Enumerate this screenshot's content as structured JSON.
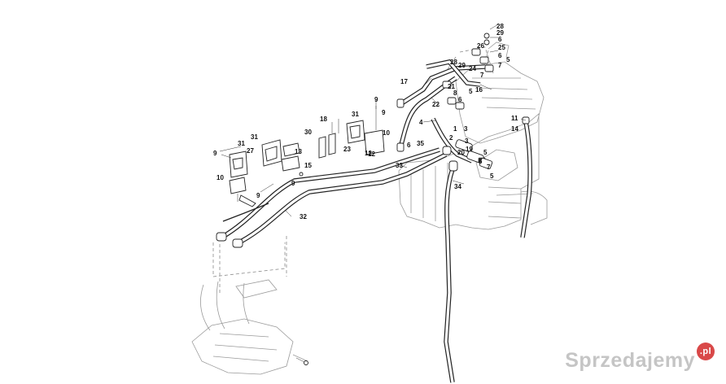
{
  "callouts": [
    {
      "id": "c28a",
      "label": "28"
    },
    {
      "id": "c29a",
      "label": "29"
    },
    {
      "id": "c6a",
      "label": "6"
    },
    {
      "id": "c26",
      "label": "26"
    },
    {
      "id": "c25",
      "label": "25"
    },
    {
      "id": "c6b",
      "label": "6"
    },
    {
      "id": "c5a",
      "label": "5"
    },
    {
      "id": "c28b",
      "label": "28"
    },
    {
      "id": "c29b",
      "label": "29"
    },
    {
      "id": "c24",
      "label": "24"
    },
    {
      "id": "c7a",
      "label": "7"
    },
    {
      "id": "c7b",
      "label": "7"
    },
    {
      "id": "c17",
      "label": "17"
    },
    {
      "id": "c21",
      "label": "21"
    },
    {
      "id": "c16",
      "label": "16"
    },
    {
      "id": "c8",
      "label": "8"
    },
    {
      "id": "c5b",
      "label": "5"
    },
    {
      "id": "c22",
      "label": "22"
    },
    {
      "id": "c6c",
      "label": "6"
    },
    {
      "id": "c9a",
      "label": "9"
    },
    {
      "id": "c31a",
      "label": "31"
    },
    {
      "id": "c18",
      "label": "18"
    },
    {
      "id": "c9b",
      "label": "9"
    },
    {
      "id": "c4",
      "label": "4"
    },
    {
      "id": "c11",
      "label": "11"
    },
    {
      "id": "c14",
      "label": "14"
    },
    {
      "id": "c10a",
      "label": "10"
    },
    {
      "id": "c30",
      "label": "30"
    },
    {
      "id": "c1",
      "label": "1"
    },
    {
      "id": "c3a",
      "label": "3"
    },
    {
      "id": "c2",
      "label": "2"
    },
    {
      "id": "c3b",
      "label": "3"
    },
    {
      "id": "c31b",
      "label": "31"
    },
    {
      "id": "c12a",
      "label": "12"
    },
    {
      "id": "c35",
      "label": "35"
    },
    {
      "id": "c6d",
      "label": "6"
    },
    {
      "id": "c20",
      "label": "20"
    },
    {
      "id": "c19",
      "label": "19"
    },
    {
      "id": "c5c",
      "label": "5"
    },
    {
      "id": "c31c",
      "label": "31"
    },
    {
      "id": "c13",
      "label": "13"
    },
    {
      "id": "c23",
      "label": "23"
    },
    {
      "id": "c12b",
      "label": "12"
    },
    {
      "id": "c9c",
      "label": "9"
    },
    {
      "id": "c27",
      "label": "27"
    },
    {
      "id": "c15",
      "label": "15"
    },
    {
      "id": "c33",
      "label": "33"
    },
    {
      "id": "c6e",
      "label": "6"
    },
    {
      "id": "c7c",
      "label": "7"
    },
    {
      "id": "c5d",
      "label": "5"
    },
    {
      "id": "c9d",
      "label": "9"
    },
    {
      "id": "c10b",
      "label": "10"
    },
    {
      "id": "c9e",
      "label": "9"
    },
    {
      "id": "c34",
      "label": "34"
    },
    {
      "id": "c32",
      "label": "32"
    }
  ],
  "watermark": {
    "text": "Sprzedajemy",
    "badge": ".pl"
  }
}
